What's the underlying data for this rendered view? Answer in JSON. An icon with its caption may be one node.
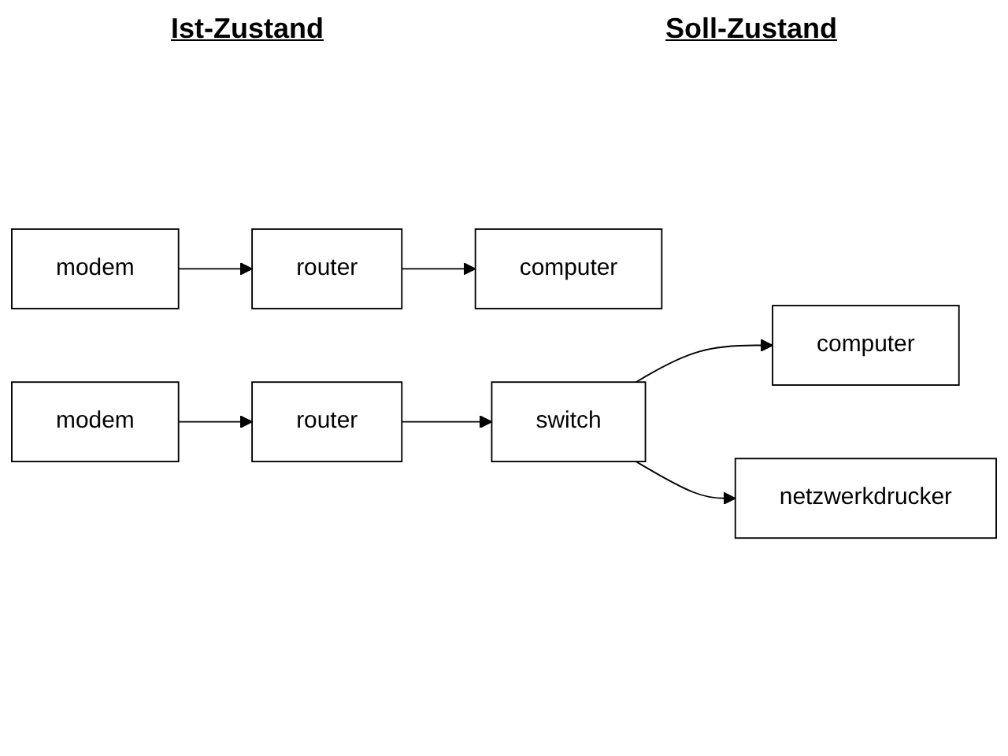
{
  "diagram": {
    "nodes": [
      {
        "text": [
          "modem"
        ]
      },
      {
        "text": [
          "router"
        ]
      },
      {
        "text": [
          "computer"
        ]
      },
      {
        "text": [
          "modem"
        ]
      },
      {
        "text": [
          "router"
        ]
      },
      {
        "text": [
          "switch"
        ]
      },
      {
        "text": [
          "computer"
        ]
      },
      {
        "text": [
          "netzwerkdrucker"
        ]
      }
    ],
    "edges": [
      {
        "from": 0,
        "to": 1,
        "arrow": "to"
      },
      {
        "from": 1,
        "to": 2,
        "arrow": "to"
      },
      {
        "from": 3,
        "to": 4,
        "arrow": "to"
      },
      {
        "from": 4,
        "to": 5,
        "arrow": "to"
      },
      {
        "from": 5,
        "to": 6,
        "arrow": "to"
      },
      {
        "from": 5,
        "to": 7,
        "arrow": "to"
      }
    ],
    "labels": [
      "Ist-Zustand",
      "Soll-Zustand"
    ]
  }
}
